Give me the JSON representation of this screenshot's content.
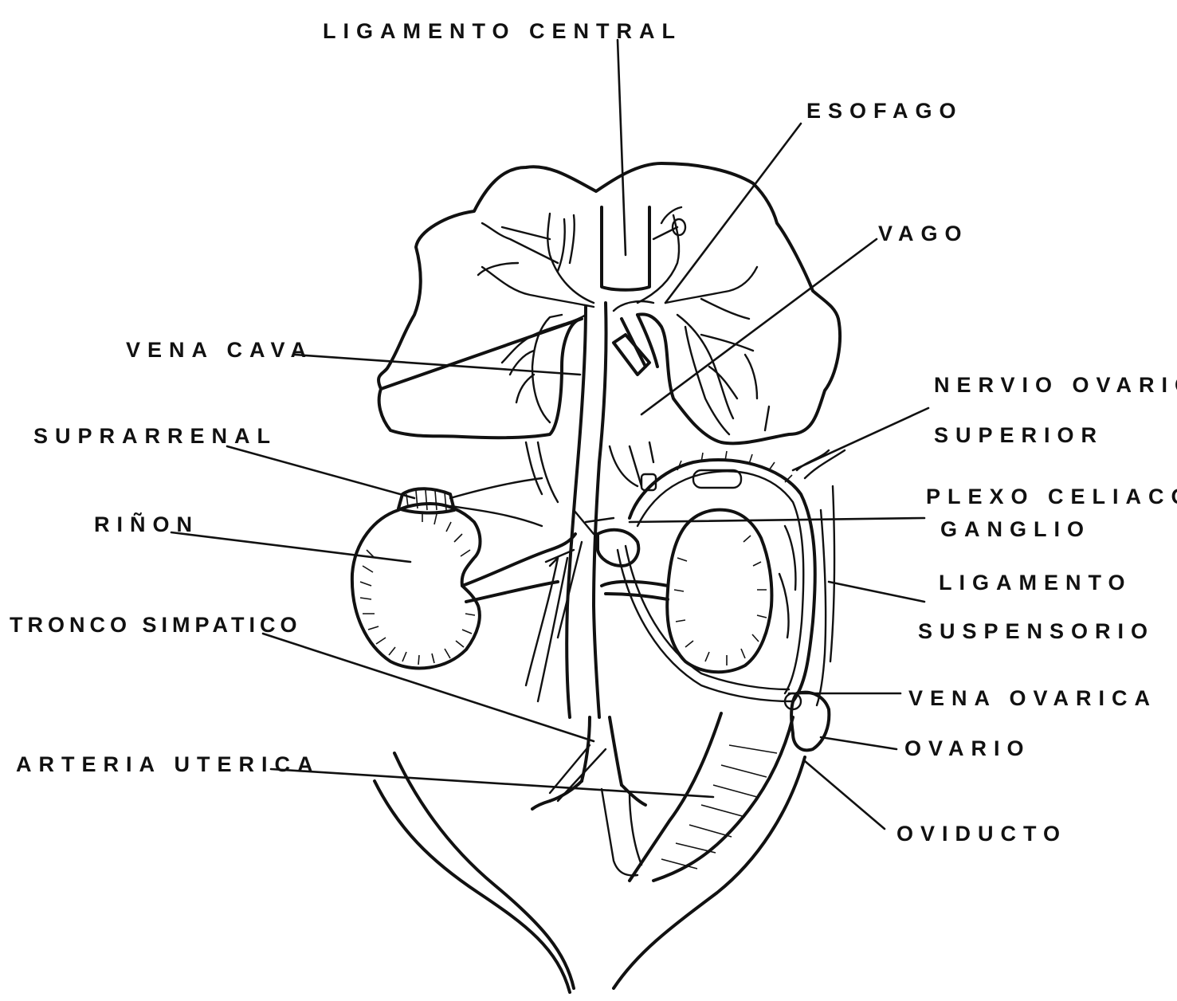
{
  "labels": {
    "ligamento_central": "LIGAMENTO CENTRAL",
    "esofago": "ESOFAGO",
    "vago": "VAGO",
    "vena_cava": "VENA CAVA",
    "nervio_ovarico_line1": "NERVIO OVARICO",
    "nervio_ovarico_line2": "SUPERIOR",
    "suprarrenal": "SUPRARRENAL",
    "plexo_celiaco_line1": "PLEXO CELIACO Y",
    "plexo_celiaco_line2": "GANGLIO",
    "rinon": "RIÑON",
    "ligamento_suspensorio_line1": "LIGAMENTO",
    "ligamento_suspensorio_line2": "SUSPENSORIO",
    "tronco_simpatico": "TRONCO SIMPATICO",
    "vena_ovarica": "VENA OVARICA",
    "ovario": "OVARIO",
    "arteria_uterica": "ARTERIA UTERICA",
    "oviducto": "OVIDUCTO"
  },
  "colors": {
    "ink": "#111111",
    "paper": "#ffffff"
  }
}
